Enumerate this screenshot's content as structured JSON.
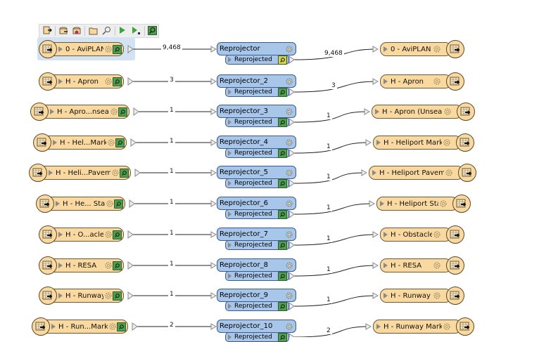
{
  "toolbar": {
    "buttons": [
      {
        "name": "add-reader",
        "icon": "reader-icon"
      },
      {
        "name": "add-writer",
        "icon": "writer-icon"
      },
      {
        "name": "remove-writer",
        "icon": "writer-remove-icon"
      },
      {
        "name": "feature-types",
        "icon": "folder-icon"
      },
      {
        "name": "find",
        "icon": "search-icon"
      },
      {
        "name": "run",
        "icon": "run-icon"
      },
      {
        "name": "run-to",
        "icon": "run-to-icon"
      },
      {
        "name": "inspect",
        "icon": "inspect-icon"
      }
    ]
  },
  "transformer_port_label": "Reprojected",
  "rows": [
    {
      "reader": "0 - AviPLAN",
      "in_count": "9,468",
      "transformer": "Reprojector",
      "out_count": "9,468",
      "writer": "0 - AviPLAN",
      "selected": true
    },
    {
      "reader": "H - Apron",
      "in_count": "3",
      "transformer": "Reprojector_2",
      "out_count": "3",
      "writer": "H - Apron"
    },
    {
      "reader": "H - Apro...nsealed)",
      "in_count": "1",
      "transformer": "Reprojector_3",
      "out_count": "1",
      "writer": "H - Apron (Unsealed)"
    },
    {
      "reader": "H - Hel...Marking",
      "in_count": "1",
      "transformer": "Reprojector_4",
      "out_count": "1",
      "writer": "H - Heliport Marking"
    },
    {
      "reader": "H - Heli...Pavement",
      "in_count": "1",
      "transformer": "Reprojector_5",
      "out_count": "1",
      "writer": "H - Heliport Pavement"
    },
    {
      "reader": "H - He... Stand",
      "in_count": "1",
      "transformer": "Reprojector_6",
      "out_count": "1",
      "writer": "H - Heliport Stand"
    },
    {
      "reader": "H - O...acles",
      "in_count": "1",
      "transformer": "Reprojector_7",
      "out_count": "1",
      "writer": "H - Obstacles"
    },
    {
      "reader": "H - RESA",
      "in_count": "1",
      "transformer": "Reprojector_8",
      "out_count": "1",
      "writer": "H - RESA"
    },
    {
      "reader": "H - Runway",
      "in_count": "1",
      "transformer": "Reprojector_9",
      "out_count": "1",
      "writer": "H - Runway"
    },
    {
      "reader": "H - Run...Marking",
      "in_count": "2",
      "transformer": "Reprojector_10",
      "out_count": "2",
      "writer": "H - Runway Marking"
    }
  ],
  "colors": {
    "reader_fill": "#fad9a0",
    "transformer_fill": "#a7c6ea",
    "selection": "#d4e3f3",
    "inspect_green": "#4f9d4f"
  }
}
